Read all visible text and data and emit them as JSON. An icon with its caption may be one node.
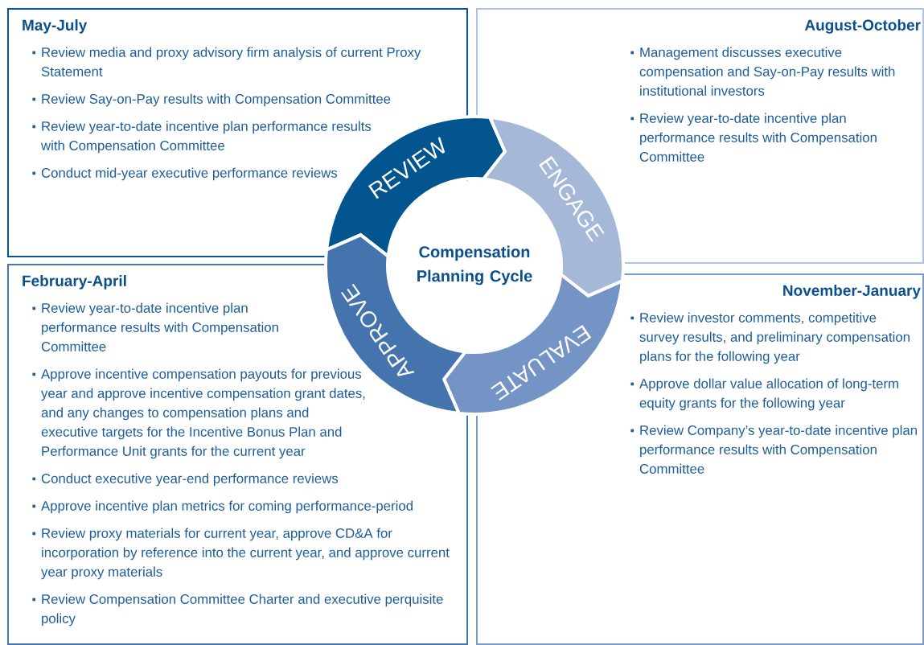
{
  "diagram": {
    "nodes": [
      {
        "text": [
          "May-July",
          "Review media and proxy advisory firm analysis of current Proxy Statement",
          "Review Say-on-Pay results with Compensation Committee",
          "Review year-to-date incentive plan performance results with Compensation Committee",
          "Conduct mid-year executive performance reviews"
        ]
      },
      {
        "text": [
          "August-October",
          "Management discusses executive compensation and Say-on-Pay results with institutional investors",
          "Review year-to-date incentive plan performance results with Compensation Committee"
        ]
      },
      {
        "text": [
          "February-April",
          "Review year-to-date incentive plan performance results with Compensation Committee",
          "Approve incentive compensation payouts for previous year and approve incentive compensation grant dates, and any changes to compensation plans and executive targets for the Incentive Bonus Plan and Performance Unit grants for the current year",
          "Conduct executive year-end performance reviews",
          "Approve incentive plan metrics for coming performance-period",
          "Review proxy materials for current year, approve CD&A for incorporation by reference into the current year, and approve current year proxy materials",
          "Review Compensation Committee Charter and executive perquisite policy"
        ]
      },
      {
        "text": [
          "November-January",
          "Review investor comments, competitive survey results, and preliminary compensation plans for the following year",
          "Approve dollar value allocation of long-term equity grants for the following year",
          "Review Company’s year-to-date incentive plan performance results with Compensation Committee"
        ]
      },
      {
        "text": [
          "REVIEW"
        ]
      },
      {
        "text": [
          "ENGAGE"
        ]
      },
      {
        "text": [
          "EVALUATE"
        ]
      },
      {
        "text": [
          "APPROVE"
        ]
      },
      {
        "text": [
          "Compensation Planning Cycle"
        ]
      }
    ]
  }
}
